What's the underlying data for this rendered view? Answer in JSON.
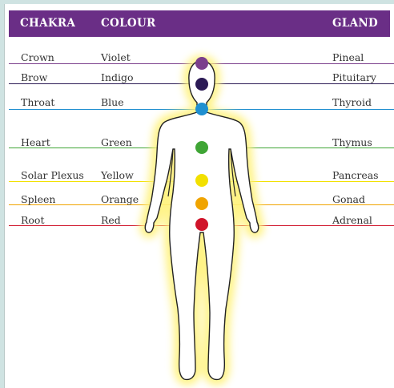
{
  "header": {
    "chakra": "CHAKRA",
    "colour": "COLOUR",
    "gland": "GLAND",
    "color": "#6a2e86"
  },
  "rows": [
    {
      "chakra": "Crown",
      "colour": "Violet",
      "gland": "Pineal",
      "color": "#7b3f8c"
    },
    {
      "chakra": "Brow",
      "colour": "Indigo",
      "gland": "Pituitary",
      "color": "#2b1a55"
    },
    {
      "chakra": "Throat",
      "colour": "Blue",
      "gland": "Thyroid",
      "color": "#1f8fd0"
    },
    {
      "chakra": "Heart",
      "colour": "Green",
      "gland": "Thymus",
      "color": "#3fa535"
    },
    {
      "chakra": "Solar Plexus",
      "colour": "Yellow",
      "gland": "Pancreas",
      "color": "#f2e000"
    },
    {
      "chakra": "Spleen",
      "colour": "Orange",
      "gland": "Gonad",
      "color": "#f0a400"
    },
    {
      "chakra": "Root",
      "colour": "Red",
      "gland": "Adrenal",
      "color": "#d0142a"
    }
  ]
}
